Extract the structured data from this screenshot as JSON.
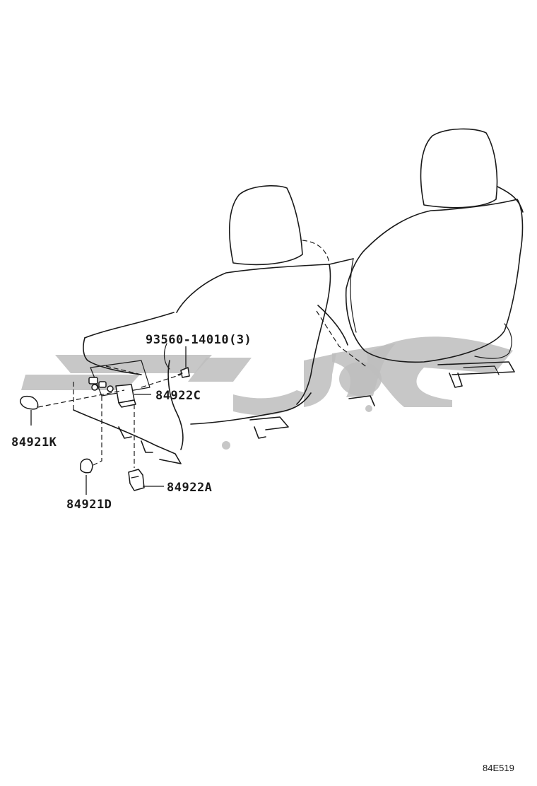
{
  "callouts": {
    "bolt": "93560-14010(3)",
    "part_84922C": "84922C",
    "part_84921K": "84921K",
    "part_84921D": "84921D",
    "part_84922A": "84922A"
  },
  "diagram_code": "84E519",
  "colors": {
    "ink": "#1a1a1a",
    "watermark": "#bdbdbd",
    "background": "#ffffff"
  }
}
